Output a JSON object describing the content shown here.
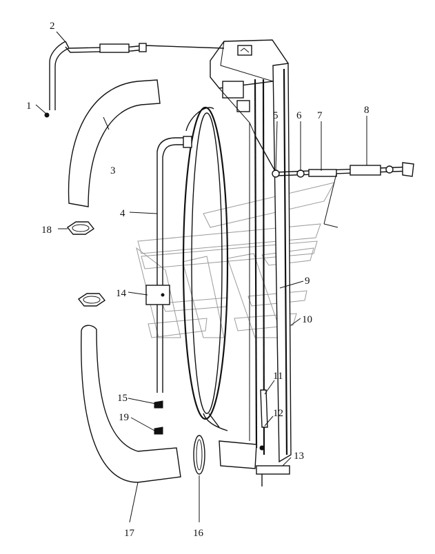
{
  "callouts": [
    {
      "id": "1",
      "text": "1"
    },
    {
      "id": "2",
      "text": "2"
    },
    {
      "id": "3",
      "text": "3"
    },
    {
      "id": "4",
      "text": "4"
    },
    {
      "id": "5",
      "text": "5"
    },
    {
      "id": "6",
      "text": "6"
    },
    {
      "id": "7",
      "text": "7"
    },
    {
      "id": "8",
      "text": "8"
    },
    {
      "id": "9",
      "text": "9"
    },
    {
      "id": "10",
      "text": "10"
    },
    {
      "id": "11",
      "text": "11"
    },
    {
      "id": "12",
      "text": "12"
    },
    {
      "id": "13",
      "text": "13"
    },
    {
      "id": "14",
      "text": "14"
    },
    {
      "id": "15",
      "text": "15"
    },
    {
      "id": "16",
      "text": "16"
    },
    {
      "id": "17",
      "text": "17"
    },
    {
      "id": "18",
      "text": "18"
    },
    {
      "id": "19",
      "text": "19"
    }
  ],
  "colors": {
    "ink": "#111111",
    "watermark": "#9a9a9a",
    "paper": "#ffffff"
  }
}
